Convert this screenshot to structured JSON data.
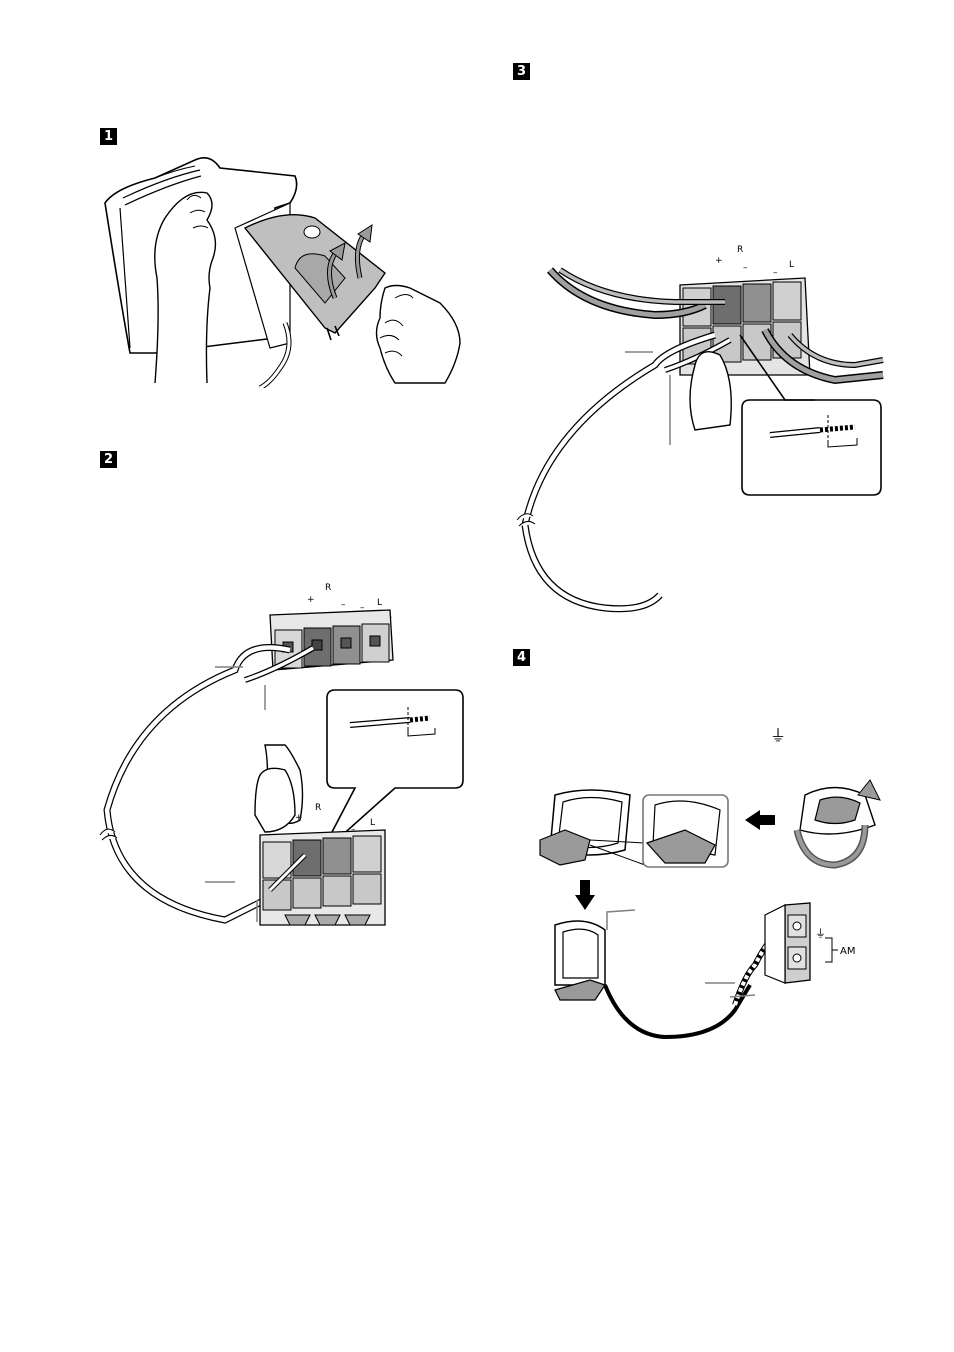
{
  "steps": [
    {
      "number": "1"
    },
    {
      "number": "2"
    },
    {
      "number": "3"
    },
    {
      "number": "4"
    }
  ],
  "terminal_labels": {
    "plus": "+",
    "minus": "–",
    "right": "R",
    "left": "L"
  },
  "antenna": {
    "ground_symbol": "⏚",
    "am_label": "AM"
  }
}
